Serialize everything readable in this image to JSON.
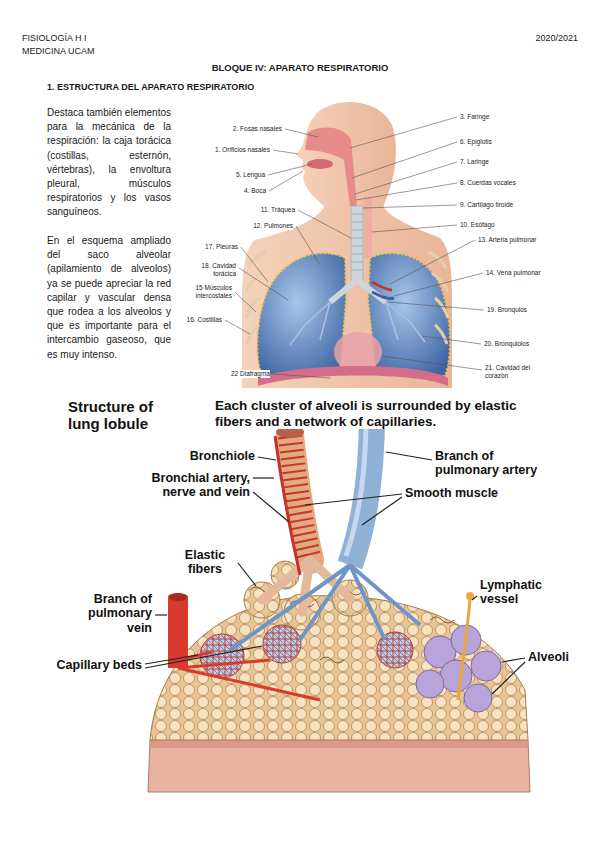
{
  "diagram": {
    "title": "BLOQUE IV: APARATO RESPIRATORIO",
    "labels": [
      "FISIOLOGÍA H I",
      "MEDICINA UCAM",
      "2020/2021",
      "1. ESTRUCTURA DEL APARATO RESPIRATORIO",
      "Destaca también elementos para la mecánica de la respiración: la caja torácica (costillas, esternón, vértebras), la envoltura pleural, músculos respiratorios y los vasos sanguíneos.",
      "En el esquema ampliado del saco alveolar (apilamiento de alveolos) ya se puede apreciar la red capilar y vascular densa que rodea a los alveolos y que es importante para el intercambio gaseoso, que es muy intenso.",
      "2. Fosas nasales",
      "3. Faringe",
      "1. Orificios nasales",
      "6. Epiglotis",
      "7. Laringe",
      "5. Lengua",
      "8. Cuerdas vocales",
      "4. Boca",
      "9. Cartílago tiroide",
      "11. Tráquea",
      "12. Pulmones",
      "10. Esófago",
      "13. Arteria pulmonar",
      "17. Pleuras",
      "18. Cavidad torácica",
      "14. Vena pulmonar",
      "15 Músculos intercostales",
      "16. Costillas",
      "19. Bronquios",
      "20. Bronquiolos",
      "21. Cavidad del corazón",
      "22 Diafragma",
      "Structure of lung lobule",
      "Each cluster of alveoli is surrounded by elastic fibers and a network of capillaries.",
      "Bronchiole",
      "Bronchial artery, nerve and vein",
      "Branch of pulmonary artery",
      "Smooth muscle",
      "Elastic fibers",
      "Lymphatic vessel",
      "Branch of pulmonary vein",
      "Capillary beds",
      "Alveoli"
    ]
  }
}
